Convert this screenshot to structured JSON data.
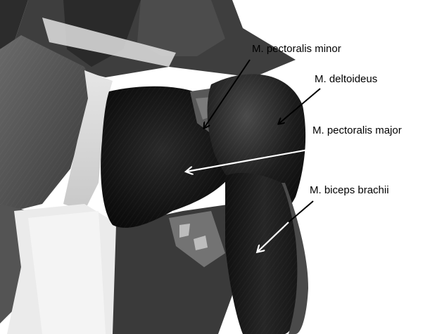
{
  "labels": {
    "pectoralis_minor": "M. pectoralis minor",
    "deltoideus": "M. deltoideus",
    "pectoralis_major": "M. pectoralis major",
    "biceps_brachii": "M. biceps brachii"
  },
  "colors": {
    "background": "#ffffff",
    "muscle_dark": "#1a1a1a",
    "muscle_mid": "#4a4a4a",
    "fascia_light": "#d8d8d8",
    "arrow_black": "#000000",
    "arrow_white": "#ffffff"
  }
}
